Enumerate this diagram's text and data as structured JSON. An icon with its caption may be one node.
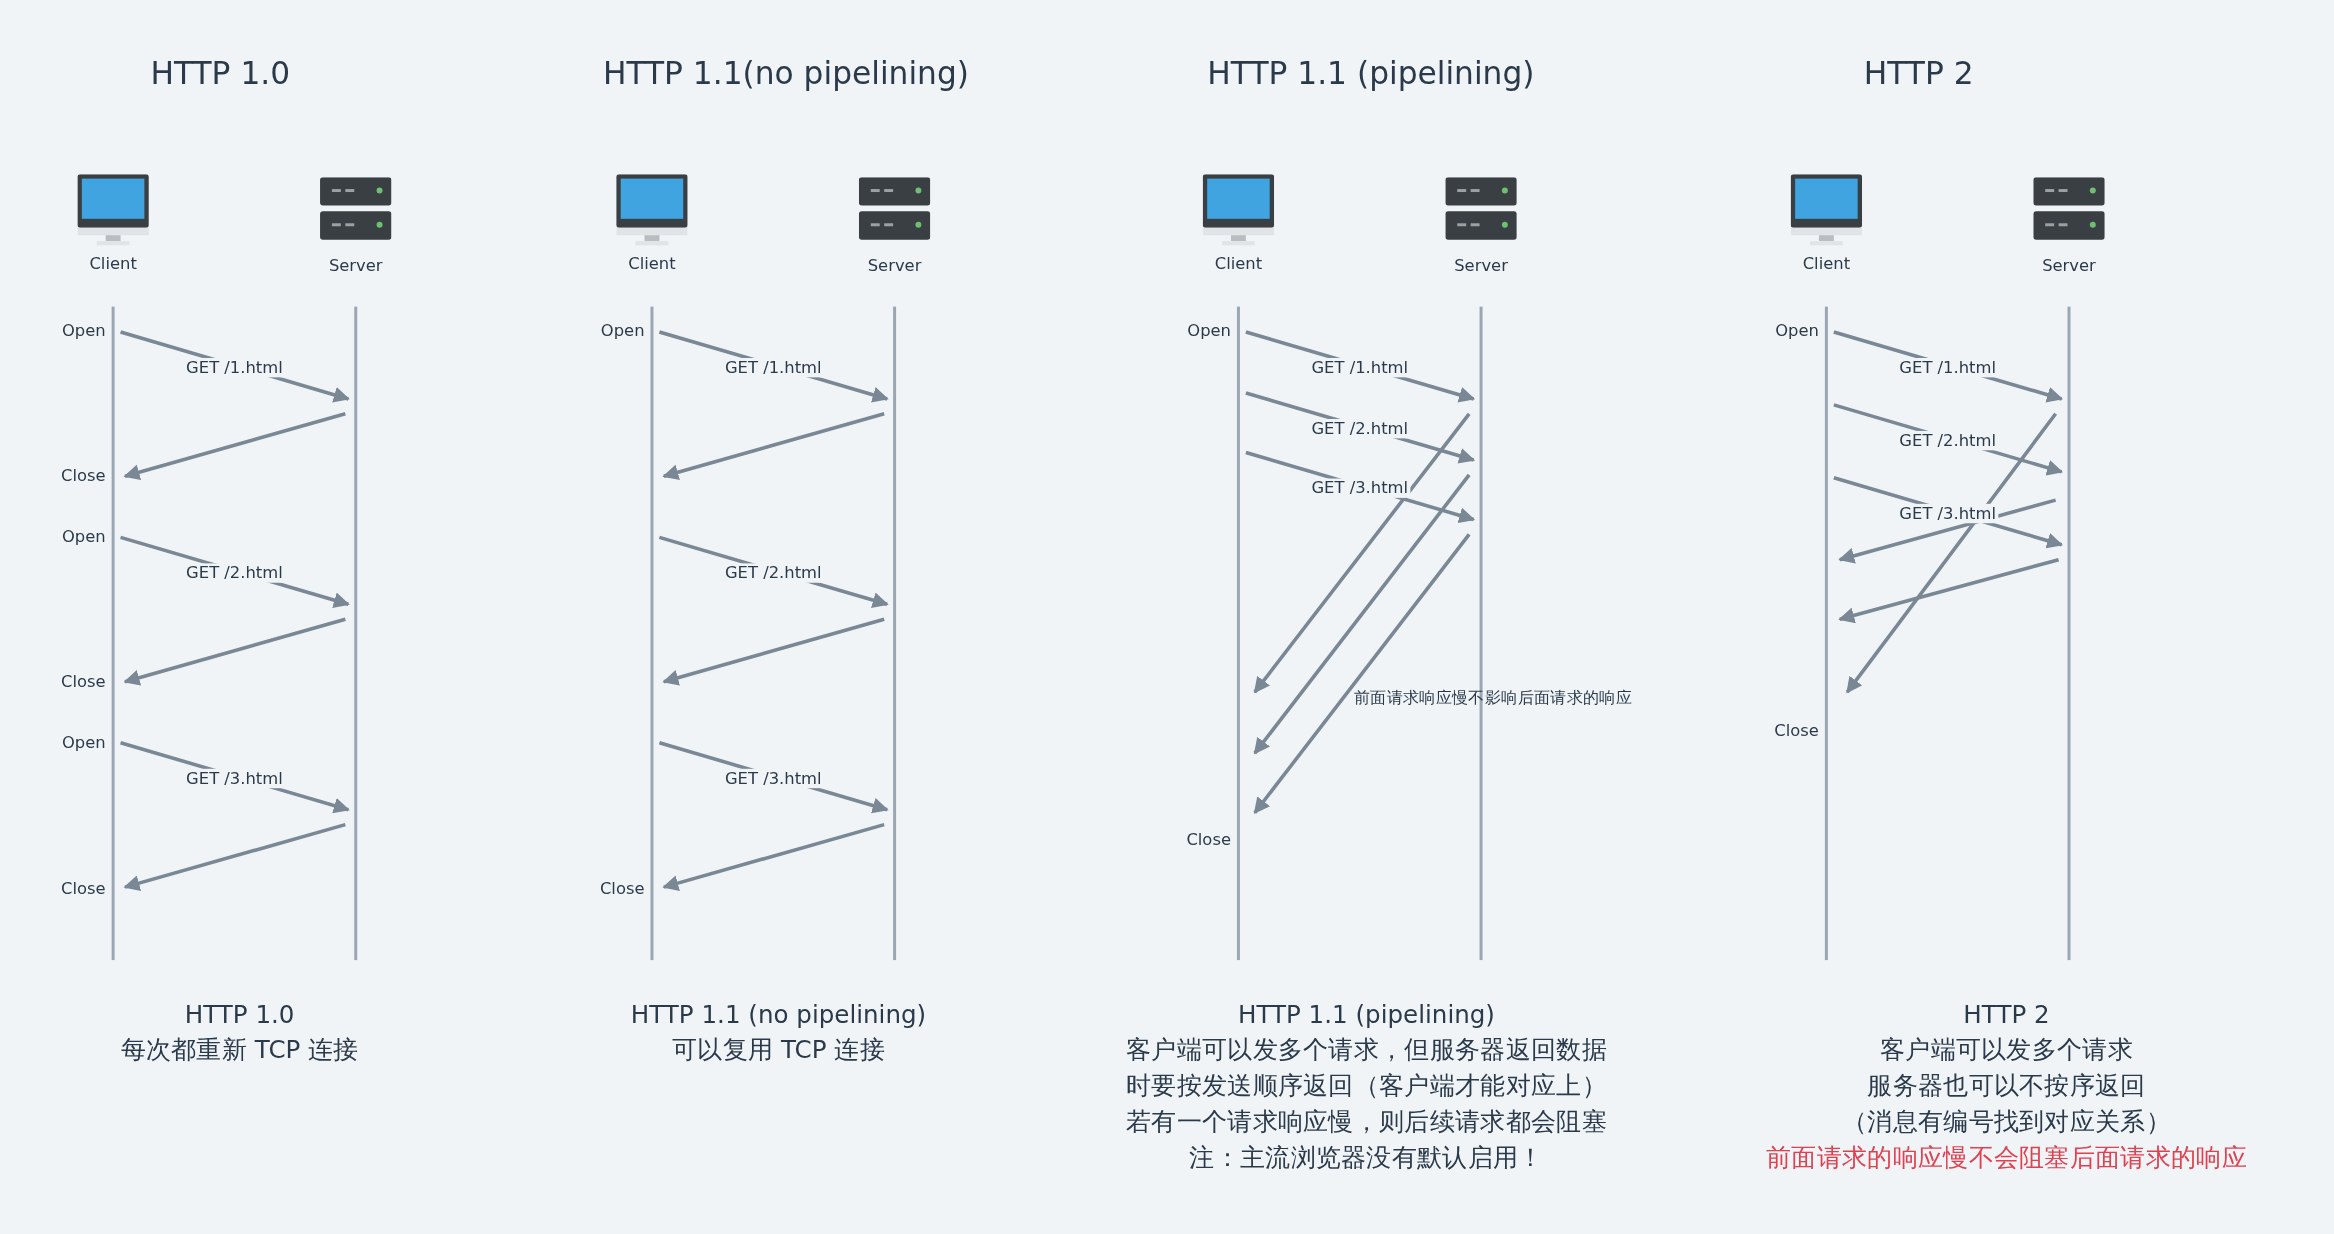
{
  "diagram": {
    "nodes": [
      {
        "text": [
          "Client"
        ]
      },
      {
        "text": [
          "Server"
        ]
      },
      {
        "text": [
          "Client"
        ]
      },
      {
        "text": [
          "Server"
        ]
      },
      {
        "text": [
          "Client"
        ]
      },
      {
        "text": [
          "Server"
        ]
      },
      {
        "text": [
          "Client"
        ]
      },
      {
        "text": [
          "Server"
        ]
      }
    ],
    "edges": [
      {
        "from": 0,
        "to": 1,
        "arrow": "to",
        "label": "GET /1.html"
      },
      {
        "from": 1,
        "to": 0,
        "arrow": "to"
      },
      {
        "from": 0,
        "to": 1,
        "arrow": "to",
        "label": "GET /2.html"
      },
      {
        "from": 1,
        "to": 0,
        "arrow": "to"
      },
      {
        "from": 0,
        "to": 1,
        "arrow": "to",
        "label": "GET /3.html"
      },
      {
        "from": 1,
        "to": 0,
        "arrow": "to"
      },
      {
        "from": 2,
        "to": 3,
        "arrow": "to",
        "label": "GET /1.html"
      },
      {
        "from": 3,
        "to": 2,
        "arrow": "to"
      },
      {
        "from": 2,
        "to": 3,
        "arrow": "to",
        "label": "GET /2.html"
      },
      {
        "from": 3,
        "to": 2,
        "arrow": "to"
      },
      {
        "from": 2,
        "to": 3,
        "arrow": "to",
        "label": "GET /3.html"
      },
      {
        "from": 3,
        "to": 2,
        "arrow": "to"
      },
      {
        "from": 4,
        "to": 5,
        "arrow": "to",
        "label": "GET /1.html"
      },
      {
        "from": 4,
        "to": 5,
        "arrow": "to",
        "label": "GET /2.html"
      },
      {
        "from": 4,
        "to": 5,
        "arrow": "to",
        "label": "GET /3.html"
      },
      {
        "from": 5,
        "to": 4,
        "arrow": "to"
      },
      {
        "from": 5,
        "to": 4,
        "arrow": "to"
      },
      {
        "from": 5,
        "to": 4,
        "arrow": "to"
      },
      {
        "from": 6,
        "to": 7,
        "arrow": "to",
        "label": "GET /1.html"
      },
      {
        "from": 6,
        "to": 7,
        "arrow": "to",
        "label": "GET /2.html"
      },
      {
        "from": 6,
        "to": 7,
        "arrow": "to",
        "label": "GET /3.html"
      },
      {
        "from": 7,
        "to": 6,
        "arrow": "to"
      },
      {
        "from": 7,
        "to": 6,
        "arrow": "to"
      },
      {
        "from": 7,
        "to": 6,
        "arrow": "to"
      }
    ],
    "labels": [
      "HTTP 1.0",
      "HTTP 1.1(no pipelining)",
      "HTTP 1.1 (pipelining)",
      "HTTP 2",
      "Open",
      "Close",
      "Open",
      "Close",
      "Open",
      "Close",
      "Open",
      "Close",
      "Open",
      "前面请求响应慢不影响后面请求的响应",
      "Close",
      "Open",
      "Close",
      "HTTP 1.0",
      "每次都重新 TCP 连接",
      "HTTP 1.1 (no pipelining)",
      "可以复用 TCP 连接",
      "HTTP 1.1 (pipelining)",
      "客户端可以发多个请求，但服务器返回数据",
      "时要按发送顺序返回（客户端才能对应上）",
      "若有一个请求响应慢，则后续请求都会阻塞",
      "注：主流浏览器没有默认启用！",
      "HTTP 2",
      "客户端可以发多个请求",
      "服务器也可以不按序返回",
      "（消息有编号找到对应关系）",
      "前面请求的响应慢不会阻塞后面请求的响应"
    ]
  }
}
